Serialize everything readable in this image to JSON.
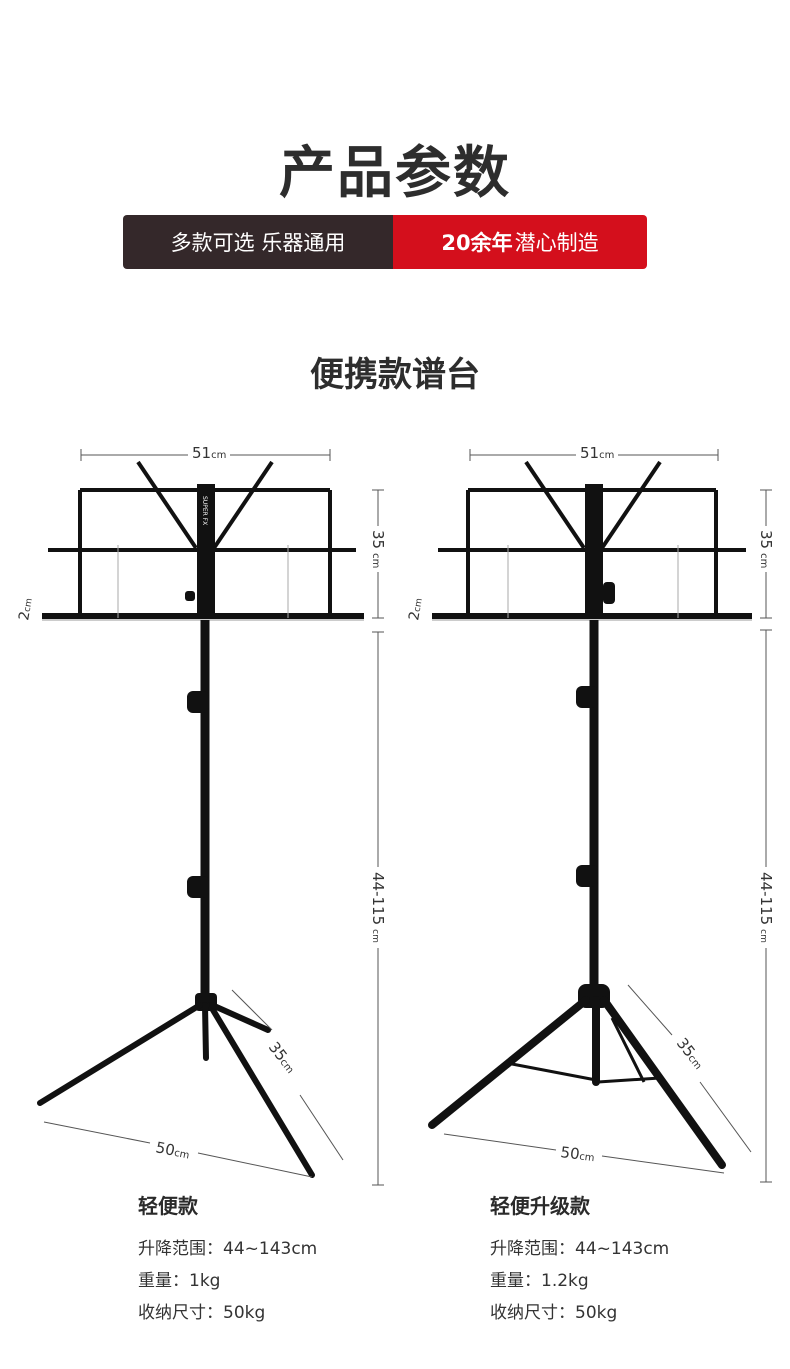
{
  "header": {
    "title": "产品参数",
    "banner_left": "多款可选 乐器通用",
    "banner_right_bold": "20余年",
    "banner_right_rest": "潜心制造"
  },
  "section": {
    "title": "便携款谱台"
  },
  "dimensions": {
    "width": "51",
    "width_unit": "cm",
    "height_desk": "35",
    "height_desk_unit": "cm",
    "depth": "2",
    "depth_unit": "cm",
    "pole": "44-115",
    "pole_unit": "cm",
    "leg": "35",
    "leg_unit": "cm",
    "base": "50",
    "base_unit": "cm",
    "brand": "SUPER FX"
  },
  "products": [
    {
      "name": "轻便款",
      "range_label": "升降范围：",
      "range_value": "44~143cm",
      "weight_label": "重量：",
      "weight_value": "1kg",
      "size_label": "收纳尺寸：",
      "size_value": "50kg"
    },
    {
      "name": "轻便升级款",
      "range_label": "升降范围：",
      "range_value": "44~143cm",
      "weight_label": "重量：",
      "weight_value": "1.2kg",
      "size_label": "收纳尺寸：",
      "size_value": "50kg"
    }
  ],
  "colors": {
    "stand": "#111111",
    "accent_red": "#d40f1c",
    "dark_banner": "#34282a"
  }
}
